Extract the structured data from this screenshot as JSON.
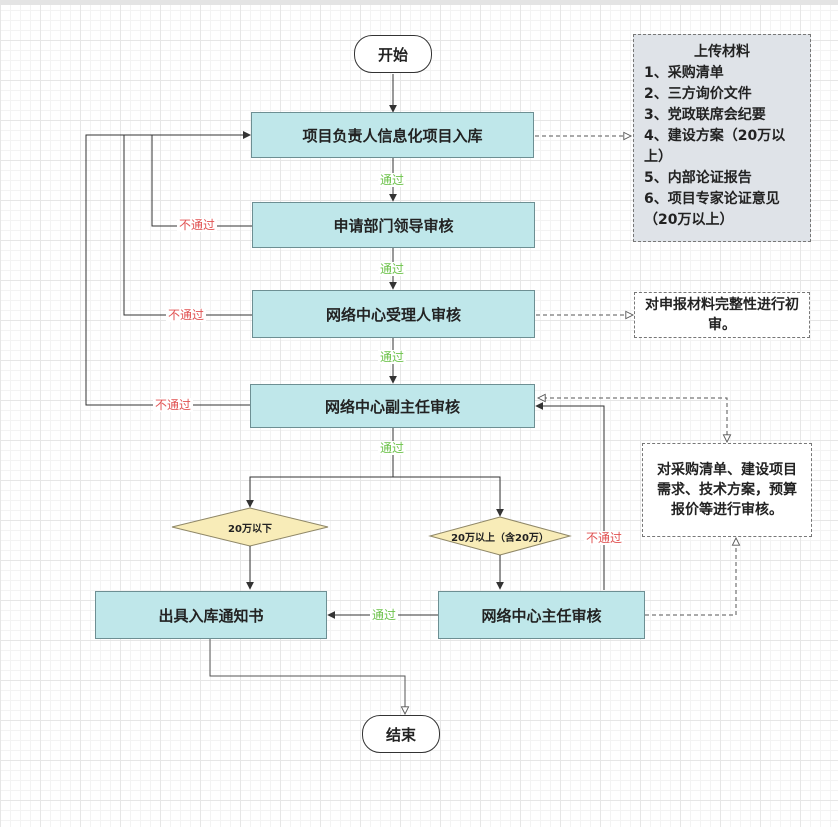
{
  "nodes": {
    "start": "开始",
    "end": "结束",
    "step1": "项目负责人信息化项目入库",
    "step2": "申请部门领导审核",
    "step3": "网络中心受理人审核",
    "step4": "网络中心副主任审核",
    "step5": "网络中心主任审核",
    "issue": "出具入库通知书",
    "decision_low": "20万以下",
    "decision_high": "20万以上（含20万）"
  },
  "notes": {
    "materials_title": "上传材料",
    "materials_items": [
      "1、采购清单",
      "2、三方询价文件",
      "3、党政联席会纪要",
      "4、建设方案（20万以上）",
      "5、内部论证报告",
      "6、项目专家论证意见（20万以上）"
    ],
    "initial_review": "对申报材料完整性进行初审。",
    "detailed_review": "对采购清单、建设项目需求、技术方案，预算报价等进行审核。"
  },
  "labels": {
    "pass": "通过",
    "fail": "不通过"
  },
  "colors": {
    "process_fill": "#bfe7ea",
    "decision_fill": "#f8ecb8",
    "note_fill": "#dfe3e8",
    "pass_text": "#6cc24a",
    "fail_text": "#e05252"
  }
}
